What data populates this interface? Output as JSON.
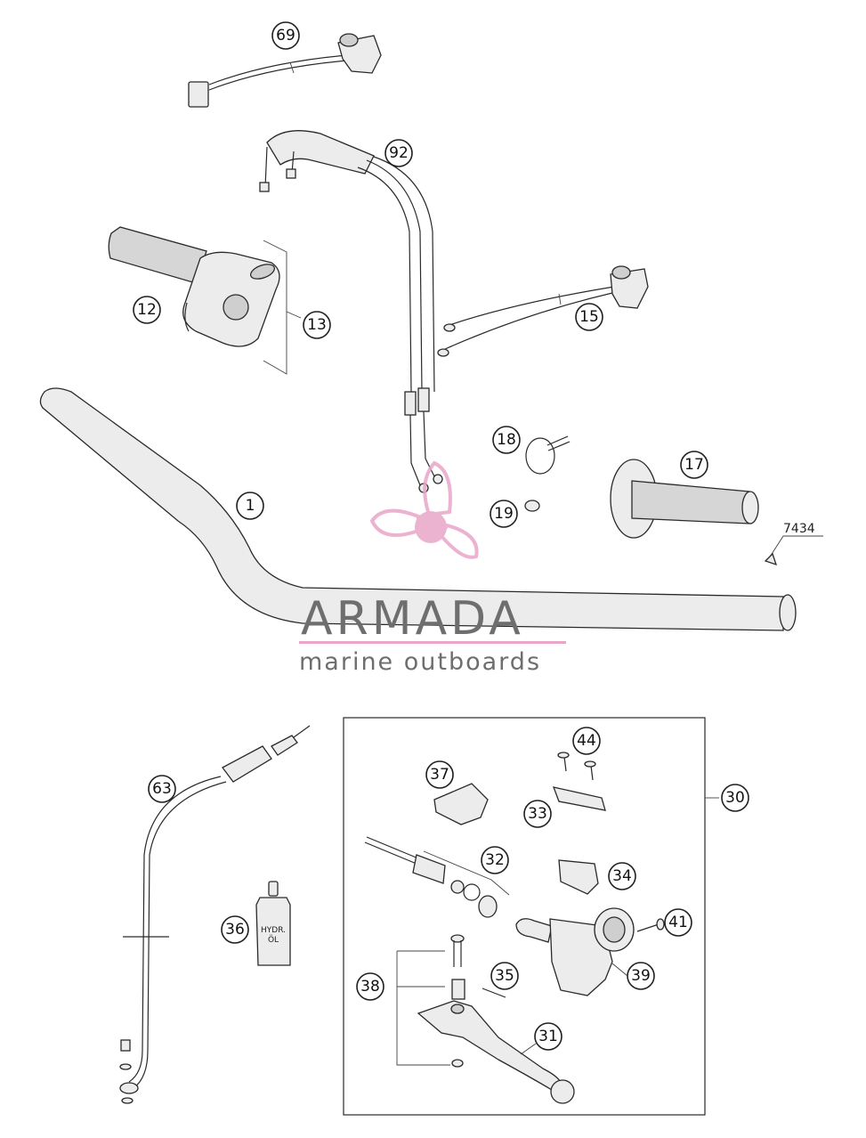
{
  "colors": {
    "line": "#2a2a2a",
    "watermark_text": "#6e6e6e",
    "watermark_logo": "#e8a6c8",
    "watermark_rule": "#e8a6c8"
  },
  "callouts": {
    "c1": "1",
    "c12": "12",
    "c13": "13",
    "c15": "15",
    "c17": "17",
    "c18": "18",
    "c19": "19",
    "c30": "30",
    "c31": "31",
    "c32": "32",
    "c33": "33",
    "c34": "34",
    "c35": "35",
    "c36": "36",
    "c37": "37",
    "c38": "38",
    "c39": "39",
    "c41": "41",
    "c44": "44",
    "c63": "63",
    "c69": "69",
    "c92": "92"
  },
  "reference_number": "7434",
  "bottle_label": {
    "line1": "HYDR.",
    "line2": "ÖL"
  },
  "watermark": {
    "title": "ARMADA",
    "subtitle": "marine outboards",
    "logo_icon": "propeller-icon"
  }
}
